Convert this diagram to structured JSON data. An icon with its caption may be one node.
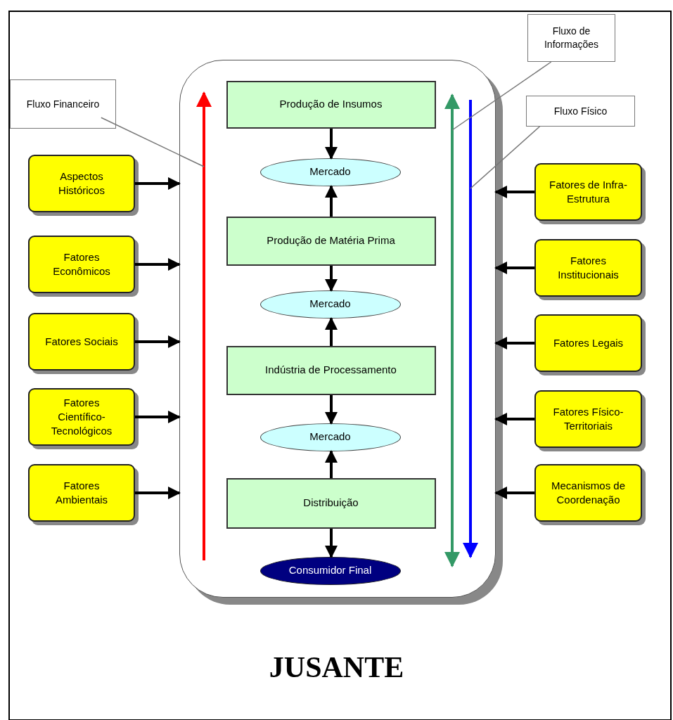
{
  "diagram": {
    "caption": "JUSANTE",
    "nodes": [
      {
        "text": [
          "Fluxo Financeiro"
        ]
      },
      {
        "text": [
          "Fluxo de Informações"
        ]
      },
      {
        "text": [
          "Fluxo Físico"
        ]
      },
      {
        "text": [],
        "shape": "box"
      },
      {
        "text": [
          "Produção de Insumos"
        ],
        "in": 3
      },
      {
        "text": [
          "Mercado"
        ],
        "in": 3
      },
      {
        "text": [
          "Produção de Matéria Prima"
        ],
        "in": 3
      },
      {
        "text": [
          "Mercado"
        ],
        "in": 3
      },
      {
        "text": [
          "Indústria de Processamento"
        ],
        "in": 3
      },
      {
        "text": [
          "Mercado"
        ],
        "in": 3
      },
      {
        "text": [
          "Distribuição"
        ],
        "in": 3
      },
      {
        "text": [
          "Consumidor Final"
        ],
        "in": 3
      },
      {
        "text": [
          "Aspectos Históricos"
        ]
      },
      {
        "text": [
          "Fatores Econômicos"
        ]
      },
      {
        "text": [
          "Fatores Sociais"
        ]
      },
      {
        "text": [
          "Fatores Científico-Tecnológicos"
        ]
      },
      {
        "text": [
          "Fatores Ambientais"
        ]
      },
      {
        "text": [
          "Fatores de Infra-Estrutura"
        ]
      },
      {
        "text": [
          "Fatores Institucionais"
        ]
      },
      {
        "text": [
          "Fatores Legais"
        ]
      },
      {
        "text": [
          "Fatores Físico-Territoriais"
        ]
      },
      {
        "text": [
          "Mecanismos de Coordenação"
        ]
      }
    ],
    "edges": [
      {
        "from": 0,
        "to": null,
        "arrow": "none",
        "color": "#777777"
      },
      {
        "from": 1,
        "to": null,
        "arrow": "none",
        "color": "#777777"
      },
      {
        "from": 2,
        "to": null,
        "arrow": "none",
        "color": "#777777"
      },
      {
        "from": 4,
        "to": 5,
        "arrow": "to"
      },
      {
        "from": 6,
        "to": 5,
        "arrow": "to"
      },
      {
        "from": 6,
        "to": 7,
        "arrow": "to"
      },
      {
        "from": 8,
        "to": 7,
        "arrow": "to"
      },
      {
        "from": 8,
        "to": 9,
        "arrow": "to"
      },
      {
        "from": 10,
        "to": 9,
        "arrow": "to"
      },
      {
        "from": 10,
        "to": 11,
        "arrow": "to"
      },
      {
        "from": 12,
        "to": 3,
        "arrow": "to"
      },
      {
        "from": 13,
        "to": 3,
        "arrow": "to"
      },
      {
        "from": 14,
        "to": 3,
        "arrow": "to"
      },
      {
        "from": 15,
        "to": 3,
        "arrow": "to"
      },
      {
        "from": 16,
        "to": 3,
        "arrow": "to"
      },
      {
        "from": 17,
        "to": 3,
        "arrow": "to"
      },
      {
        "from": 18,
        "to": 3,
        "arrow": "to"
      },
      {
        "from": 19,
        "to": 3,
        "arrow": "to"
      },
      {
        "from": 20,
        "to": 3,
        "arrow": "to"
      },
      {
        "from": 21,
        "to": 3,
        "arrow": "to"
      }
    ]
  }
}
